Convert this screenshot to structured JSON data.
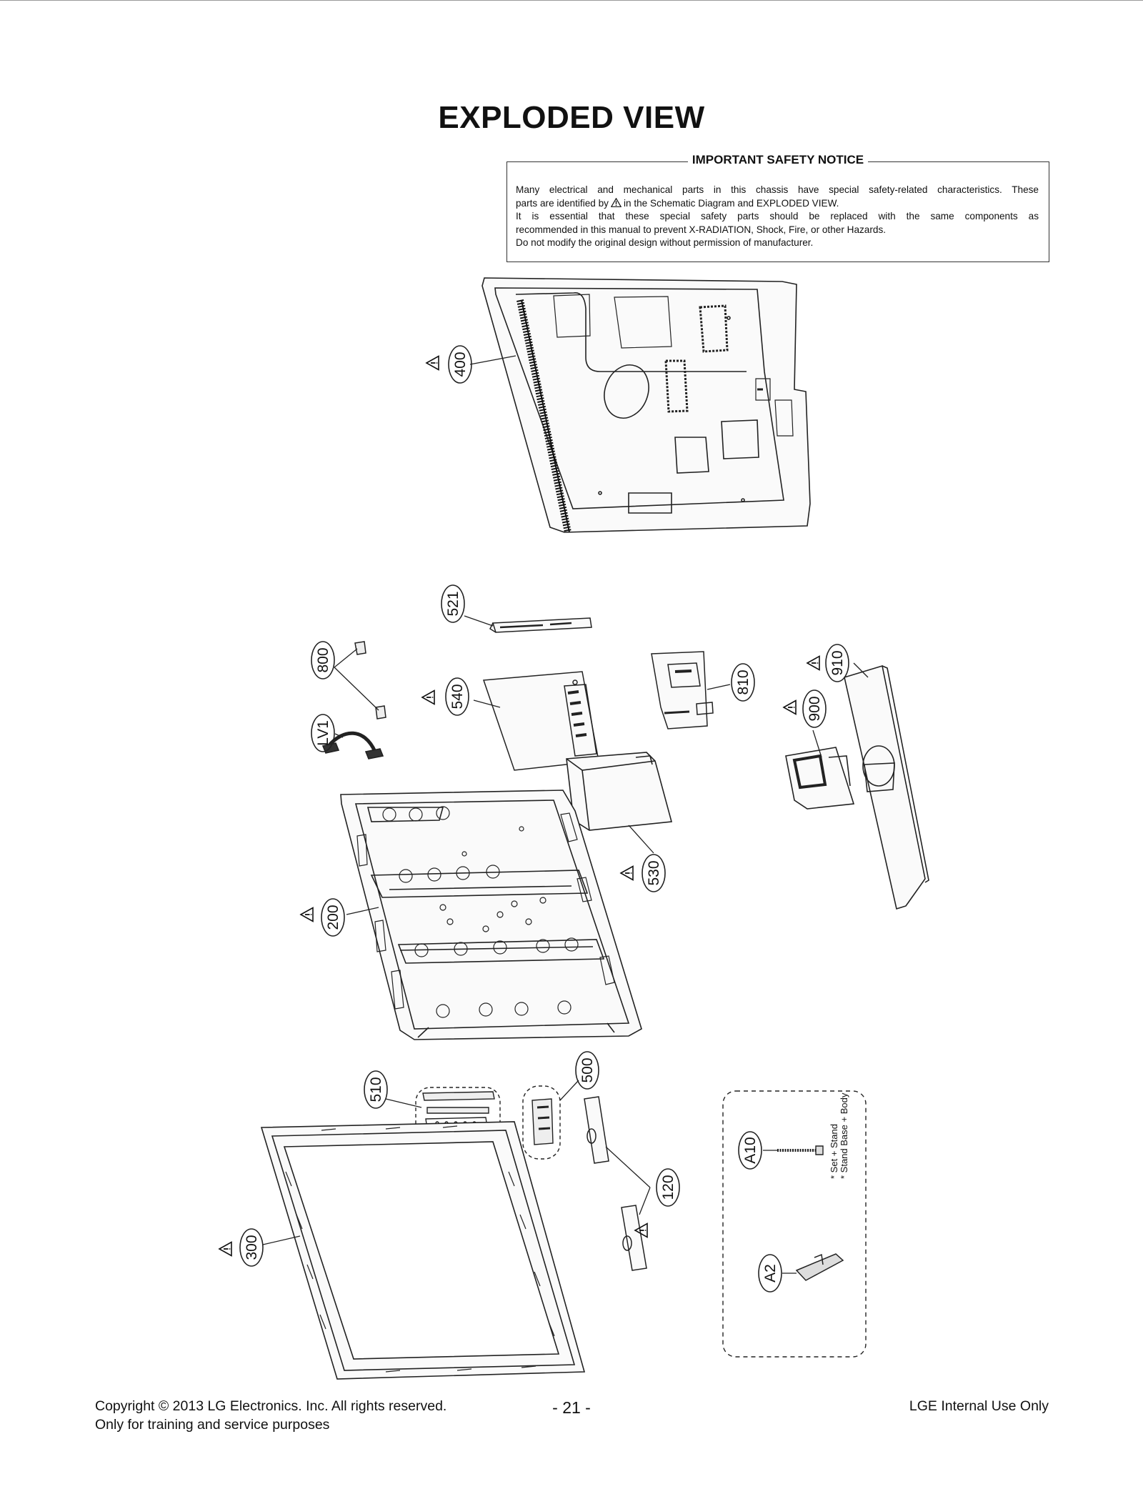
{
  "page": {
    "title": "EXPLODED VIEW",
    "safety_notice": {
      "heading": "IMPORTANT SAFETY NOTICE",
      "line1": "Many electrical and mechanical parts in this chassis have special safety-related characteristics. These",
      "line2_before": "parts are identified by",
      "line2_after": "in the Schematic Diagram and EXPLODED VIEW.",
      "line3": "It is essential that these special safety parts should be replaced with the same components as",
      "line4": "recommended in this manual to prevent X-RADIATION, Shock, Fire, or other Hazards.",
      "line5": "Do not modify the original design without permission of manufacturer."
    },
    "callouts": {
      "c400": "400",
      "c521": "521",
      "c800": "800",
      "c540": "540",
      "c810": "810",
      "c910": "910",
      "c900": "900",
      "clv1": "LV1",
      "c530": "530",
      "c200": "200",
      "c510": "510",
      "c500": "500",
      "c120": "120",
      "c300": "300",
      "ca10": "A10",
      "ca2": "A2"
    },
    "screw_note": {
      "line1": "* Set + Stand",
      "line2": "* Stand Base + Body"
    },
    "footer": {
      "copyright": "Copyright © 2013 LG Electronics. Inc. All rights reserved.",
      "purpose": "Only for training and service purposes",
      "page_number": "- 21 -",
      "internal": "LGE Internal Use Only"
    }
  }
}
